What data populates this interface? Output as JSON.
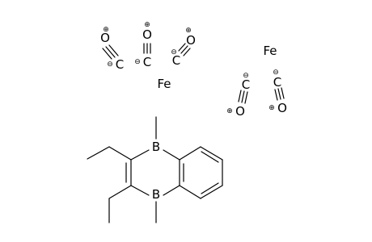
{
  "atoms": {
    "fe1": "Fe",
    "fe2": "Fe",
    "b_top": "B",
    "b_bottom": "B",
    "co1_o": "O",
    "co1_c": "C",
    "co2_o": "O",
    "co2_c": "C",
    "co3_o": "O",
    "co3_c": "C",
    "co4_o": "O",
    "co4_c": "C",
    "co5_o": "O",
    "co5_c": "C"
  },
  "charges": {
    "plus": "⊕",
    "minus": "⊖"
  }
}
